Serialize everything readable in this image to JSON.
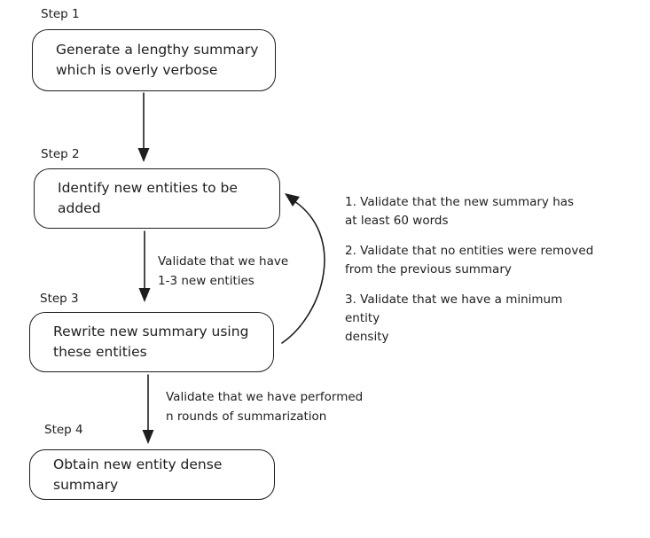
{
  "diagram": {
    "background_color": "#ffffff",
    "stroke_color": "#1e1e1e",
    "steps": [
      {
        "label": "Step 1",
        "text": "Generate a lengthy summary\nwhich is overly verbose"
      },
      {
        "label": "Step 2",
        "text": "Identify new entities to be\nadded"
      },
      {
        "label": "Step 3",
        "text": "Rewrite new summary using\nthese entities"
      },
      {
        "label": "Step 4",
        "text": "Obtain new entity dense\nsummary"
      }
    ],
    "edge_labels": [
      {
        "text": "Validate that we have\n1-3 new entities"
      },
      {
        "text": "Validate that we have performed\nn rounds of summarization"
      }
    ],
    "loop_notes": [
      {
        "text": "1. Validate that the new summary has\nat least 60 words"
      },
      {
        "text": "2. Validate that no entities were removed\nfrom the previous summary"
      },
      {
        "text": "3. Validate that we have a minimum entity\ndensity"
      }
    ]
  }
}
